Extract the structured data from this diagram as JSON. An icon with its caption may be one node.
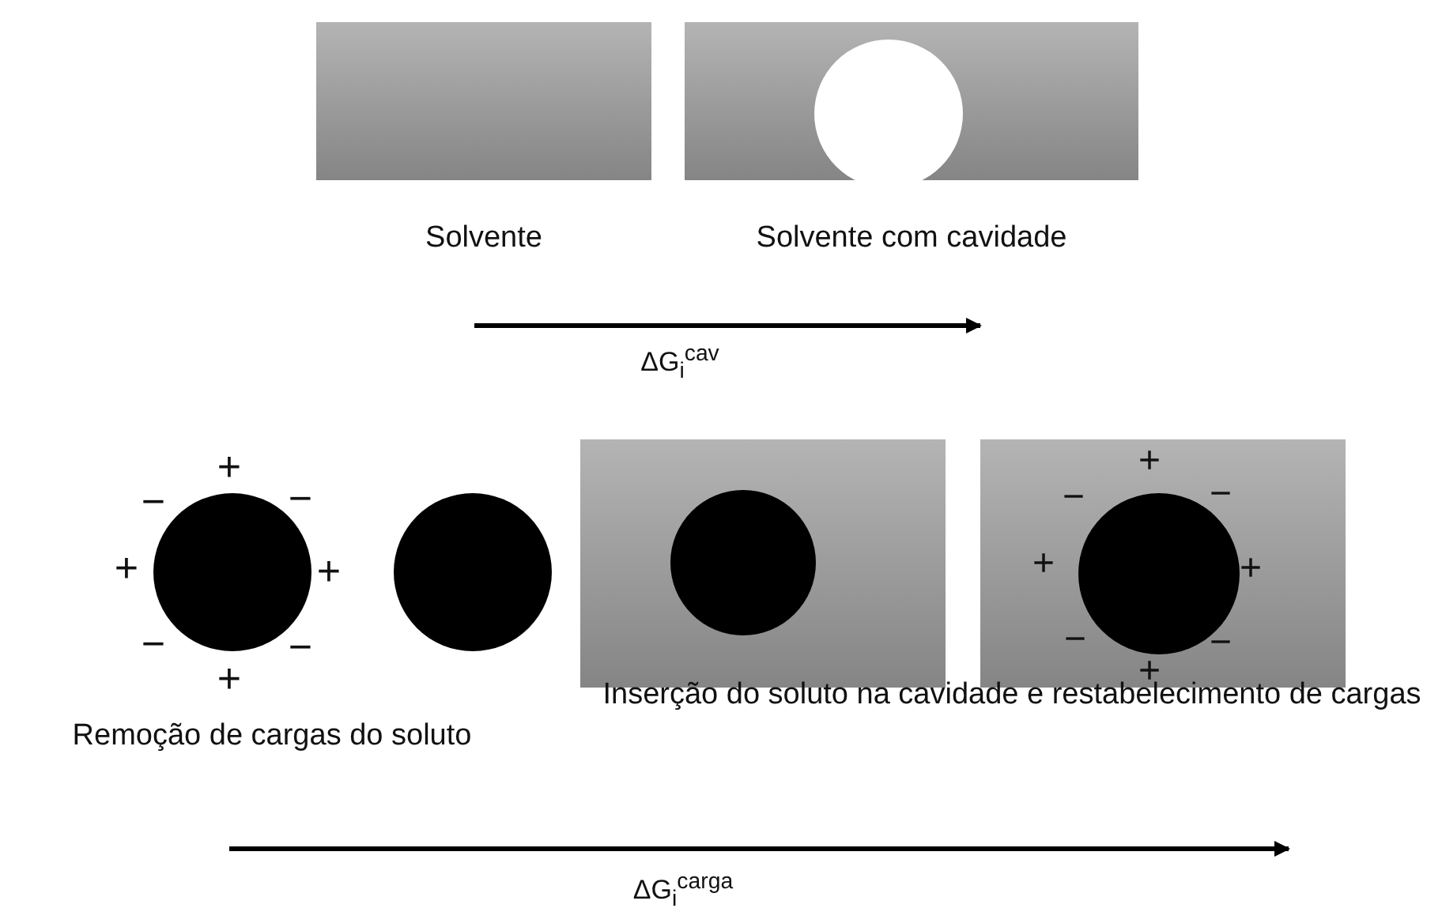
{
  "diagram": {
    "nodes": [
      {
        "text": [
          "Solvente"
        ]
      },
      {
        "text": [
          "Solvente com cavidade"
        ]
      },
      {
        "text": [],
        "shape": "circle",
        "in": 1
      },
      {
        "text": [],
        "shape": "circle"
      },
      {
        "text": [],
        "shape": "circle"
      },
      {
        "text": [],
        "shape": "box"
      },
      {
        "text": [],
        "shape": "circle",
        "in": 5
      },
      {
        "text": [],
        "shape": "box"
      },
      {
        "text": [],
        "shape": "circle",
        "in": 7
      }
    ],
    "labels": [
      "ΔG$_{i}$$^{cav}$",
      "+",
      "−",
      "−",
      "+",
      "+",
      "−",
      "−",
      "+",
      "+",
      "−",
      "−",
      "+",
      "+",
      "−",
      "−",
      "+",
      "Inserção do soluto na cavidade e restabelecimento de cargas",
      "Remoção de cargas do soluto",
      "ΔG$_{i}$$^{carga}$"
    ]
  }
}
